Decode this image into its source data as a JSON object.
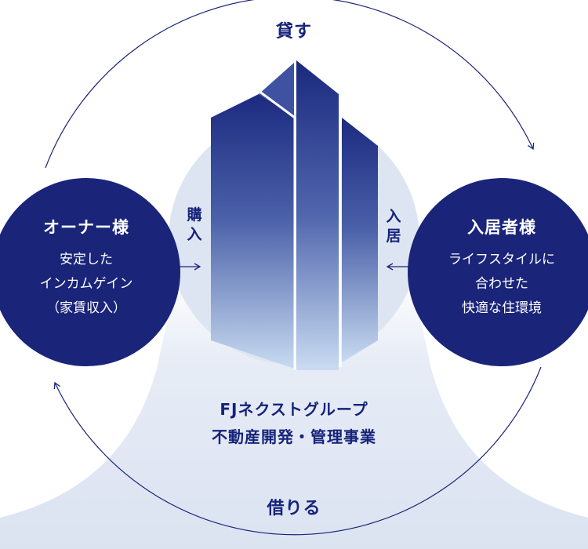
{
  "labels": {
    "top": "貸す",
    "bottom": "借りる",
    "left_action": "購入",
    "right_action": "入居"
  },
  "owner": {
    "title": "オーナー様",
    "description": "安定した\nインカムゲイン\n（家賃収入）"
  },
  "resident": {
    "title": "入居者様",
    "description": "ライフスタイルに\n合わせた\n快適な住環境"
  },
  "company": {
    "line1": "FJネクストグループ",
    "line2": "不動産開発・管理事業"
  },
  "colors": {
    "navy": "#1a2479",
    "text_navy": "#16237a",
    "light_blue": "#dde5f2",
    "building_top": "#1c2a80",
    "building_bottom": "#c8dbf1"
  }
}
